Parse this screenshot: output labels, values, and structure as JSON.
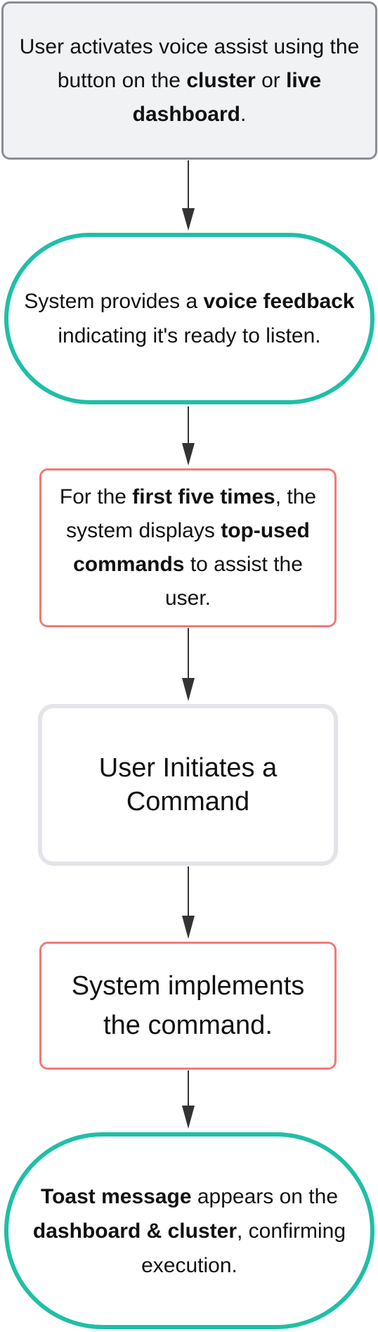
{
  "nodes": [
    {
      "id": "n1",
      "segments": [
        {
          "t": "User activates voice assist using the button on the "
        },
        {
          "t": "cluster",
          "b": true
        },
        {
          "t": " or "
        },
        {
          "t": "live dashboard",
          "b": true
        },
        {
          "t": "."
        }
      ]
    },
    {
      "id": "n2",
      "segments": [
        {
          "t": "System provides a "
        },
        {
          "t": "voice feedback",
          "b": true
        },
        {
          "t": " indicating it's ready to listen."
        }
      ]
    },
    {
      "id": "n3",
      "segments": [
        {
          "t": "For the "
        },
        {
          "t": "first five times",
          "b": true
        },
        {
          "t": ", the system displays "
        },
        {
          "t": "top-used commands",
          "b": true
        },
        {
          "t": " to assist the user."
        }
      ]
    },
    {
      "id": "n4",
      "segments": [
        {
          "t": "User Initiates a Command"
        }
      ]
    },
    {
      "id": "n5",
      "segments": [
        {
          "t": "System implements the command."
        }
      ]
    },
    {
      "id": "n6",
      "segments": [
        {
          "t": "Toast message",
          "b": true
        },
        {
          "t": " appears on the "
        },
        {
          "t": "dashboard & cluster",
          "b": true
        },
        {
          "t": ", confirming execution."
        }
      ]
    }
  ],
  "colors": {
    "start_fill": "#f1f2f4",
    "start_border": "#8a8d95",
    "teal": "#1fbfa6",
    "coral": "#f07a78",
    "light_gray": "#e2e4e9",
    "arrow": "#333333"
  }
}
